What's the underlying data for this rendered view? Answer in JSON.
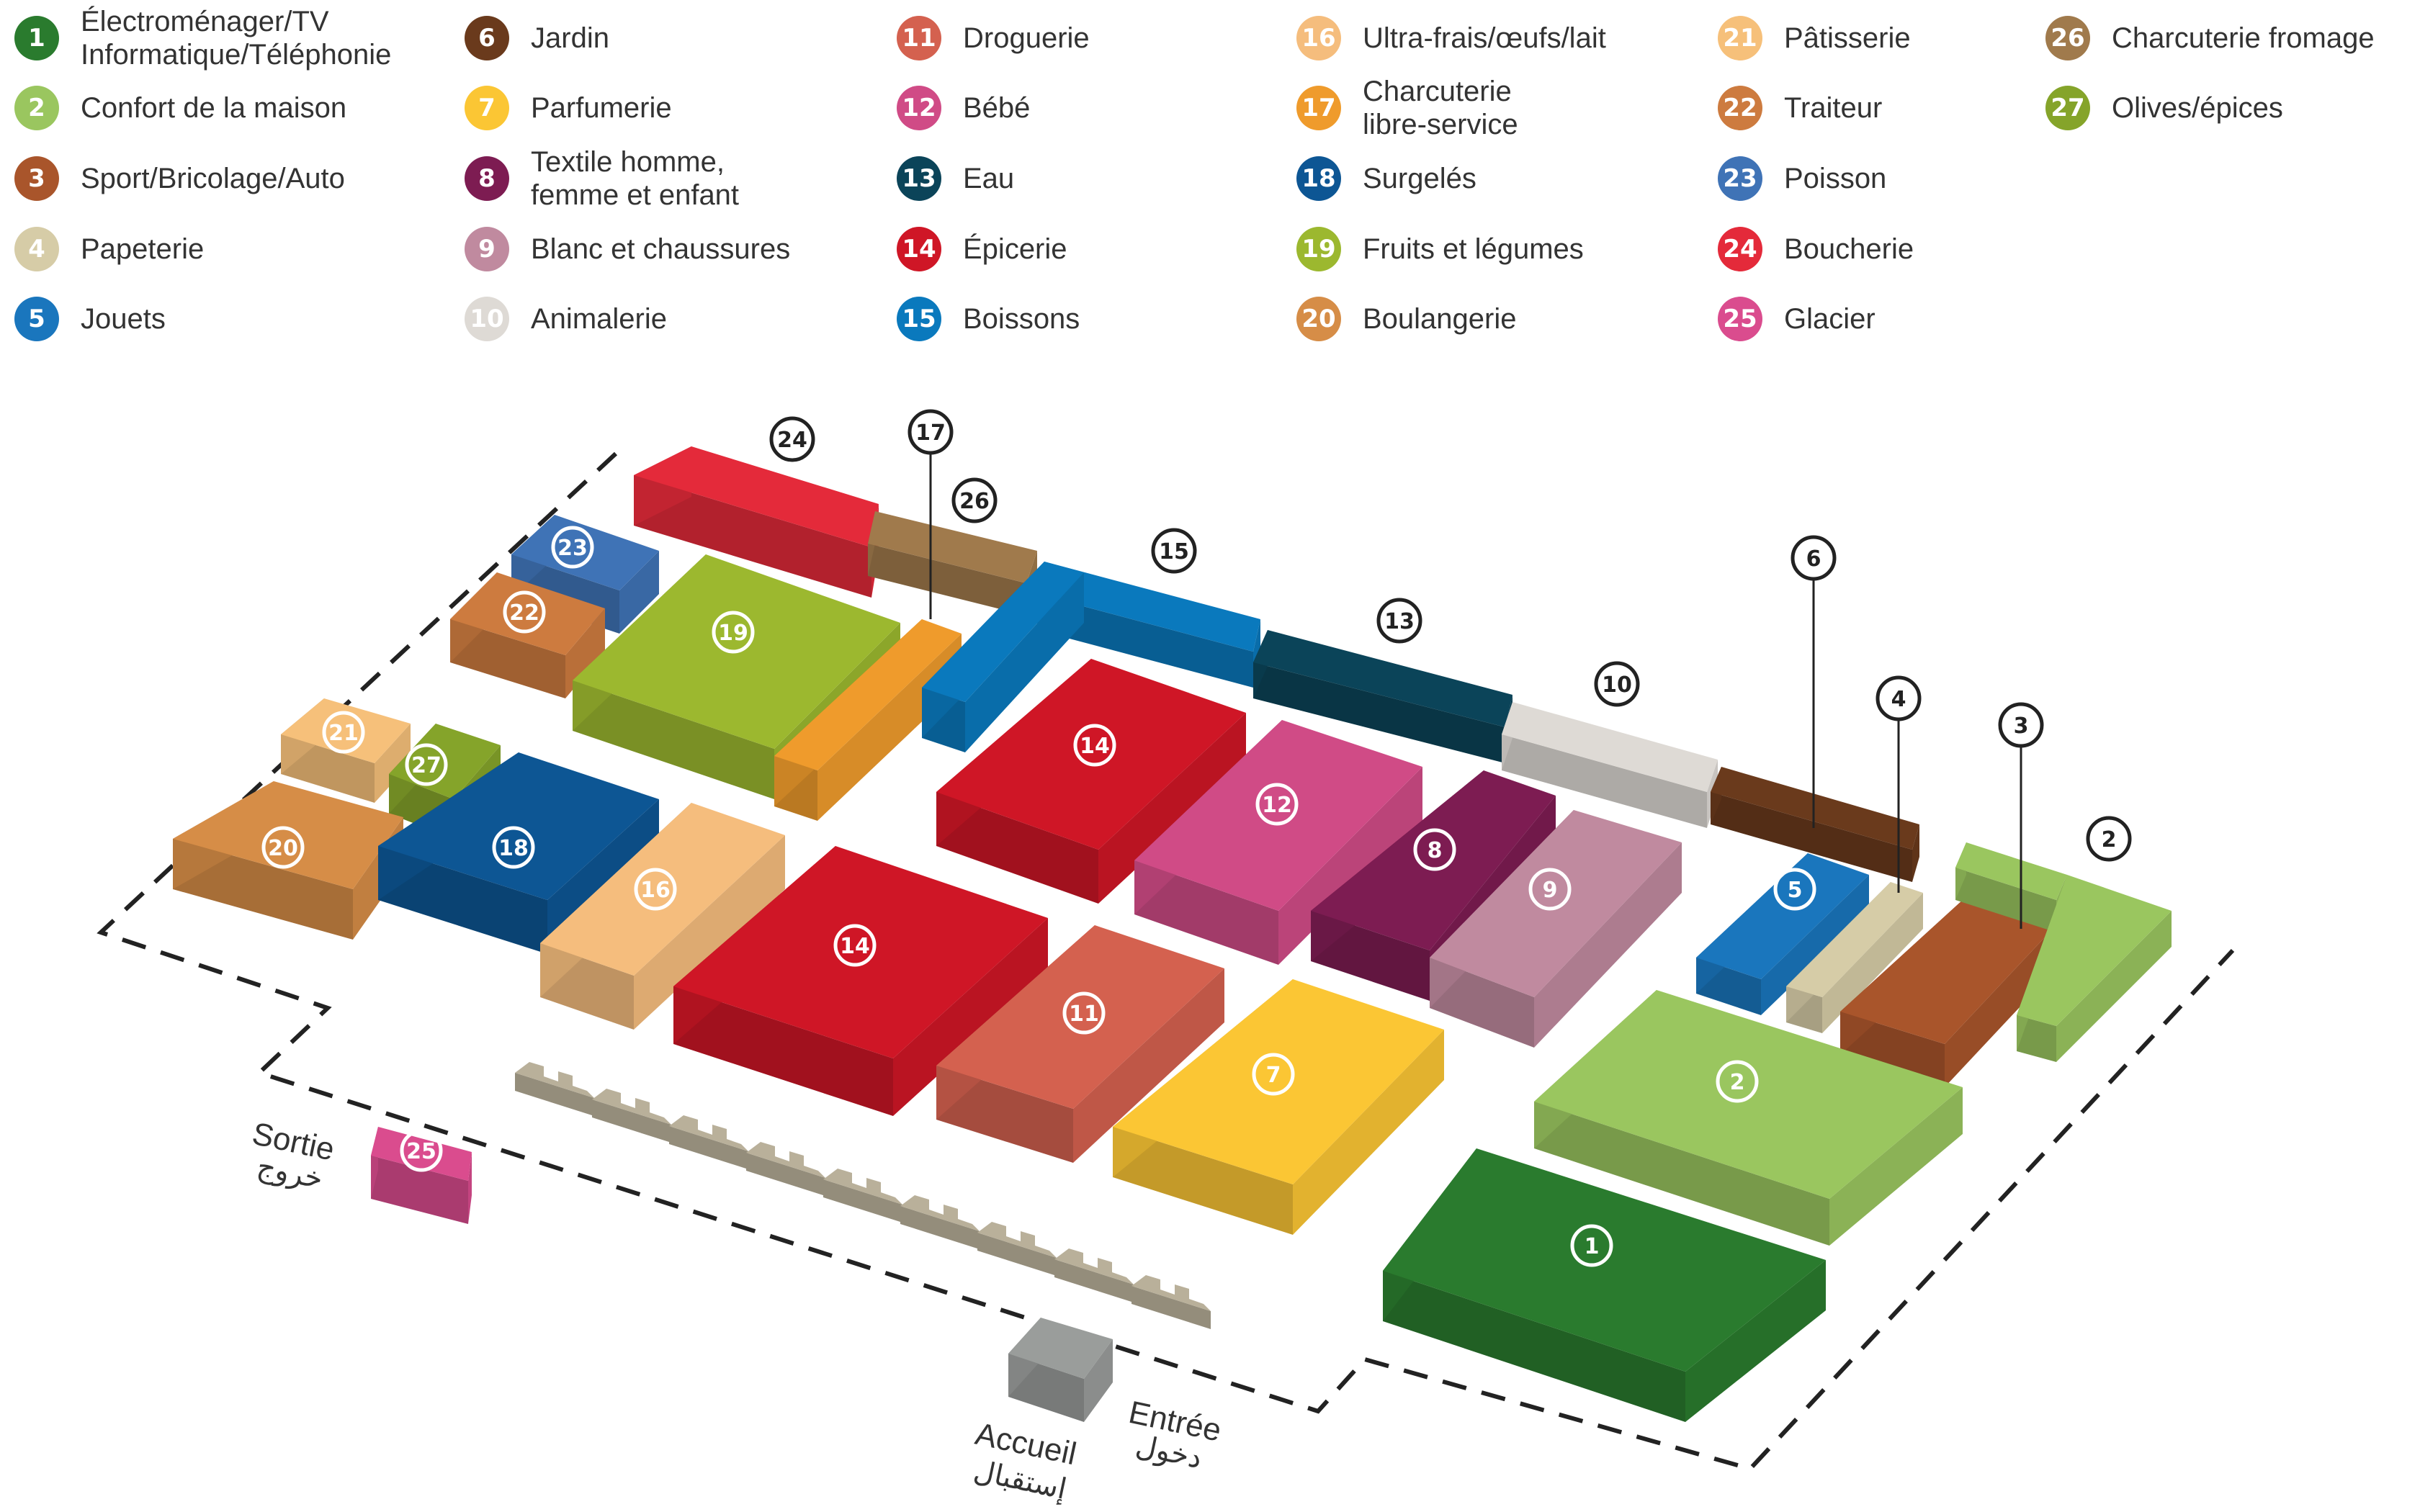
{
  "departments": [
    {
      "num": "1",
      "label": "Électroménager/TV\nInformatique/Téléphonie",
      "color": "#2a7b2e"
    },
    {
      "num": "2",
      "label": "Confort de la maison",
      "color": "#9ac65f"
    },
    {
      "num": "3",
      "label": "Sport/Bricolage/Auto",
      "color": "#a9552b"
    },
    {
      "num": "4",
      "label": "Papeterie",
      "color": "#d6cca7"
    },
    {
      "num": "5",
      "label": "Jouets",
      "color": "#1a76bd"
    },
    {
      "num": "6",
      "label": "Jardin",
      "color": "#6a3a1c"
    },
    {
      "num": "7",
      "label": "Parfumerie",
      "color": "#fbc634"
    },
    {
      "num": "8",
      "label": "Textile homme,\nfemme et enfant",
      "color": "#7d1c52"
    },
    {
      "num": "9",
      "label": "Blanc et chaussures",
      "color": "#c08a9f"
    },
    {
      "num": "10",
      "label": "Animalerie",
      "color": "#dedad5"
    },
    {
      "num": "11",
      "label": "Droguerie",
      "color": "#d4614f"
    },
    {
      "num": "12",
      "label": "Bébé",
      "color": "#d04b86"
    },
    {
      "num": "13",
      "label": "Eau",
      "color": "#0b4459"
    },
    {
      "num": "14",
      "label": "Épicerie",
      "color": "#cf1626"
    },
    {
      "num": "15",
      "label": "Boissons",
      "color": "#0a79bd"
    },
    {
      "num": "16",
      "label": "Ultra-frais/œufs/lait",
      "color": "#f5bd7d"
    },
    {
      "num": "17",
      "label": "Charcuterie\nlibre-service",
      "color": "#ef9b2c"
    },
    {
      "num": "18",
      "label": "Surgelés",
      "color": "#0d5694"
    },
    {
      "num": "19",
      "label": "Fruits et légumes",
      "color": "#9cb82f"
    },
    {
      "num": "20",
      "label": "Boulangerie",
      "color": "#d68d47"
    },
    {
      "num": "21",
      "label": "Pâtisserie",
      "color": "#f6c07a"
    },
    {
      "num": "22",
      "label": "Traiteur",
      "color": "#cd7b3f"
    },
    {
      "num": "23",
      "label": "Poisson",
      "color": "#3f73b6"
    },
    {
      "num": "24",
      "label": "Boucherie",
      "color": "#e42a3a"
    },
    {
      "num": "25",
      "label": "Glacier",
      "color": "#da4c8e"
    },
    {
      "num": "26",
      "label": "Charcuterie fromage",
      "color": "#a07a4c"
    },
    {
      "num": "27",
      "label": "Olives/épices",
      "color": "#85a42a"
    }
  ],
  "map_labels": {
    "exit_fr": "Sortie",
    "exit_ar": "خروج",
    "reception_fr": "Accueil",
    "reception_ar": "إستقبال",
    "entrance_fr": "Entrée",
    "entrance_ar": "دخول",
    "checkout_color": "#b9b09a",
    "reception_color": "#9a9d9b"
  }
}
